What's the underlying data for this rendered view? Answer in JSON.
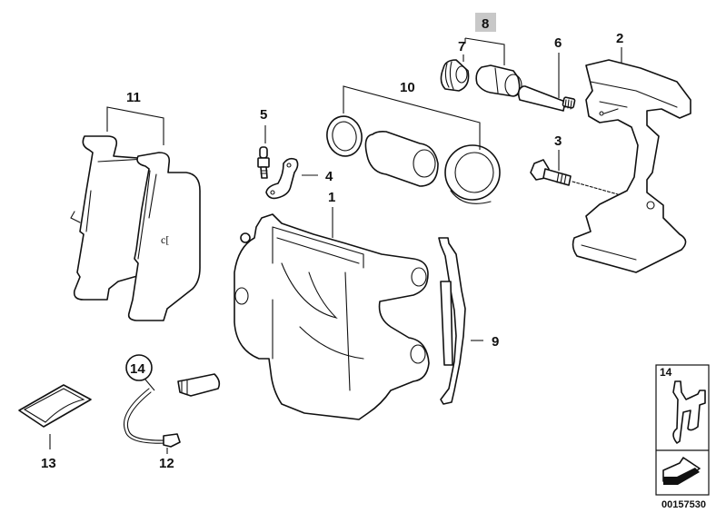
{
  "diagram": {
    "title": "Front brake caliper assembly",
    "drawing_number": "00157530",
    "highlight_color": "#c8c8c8",
    "line_color": "#111111",
    "callouts": [
      {
        "id": "1",
        "label": "1",
        "part": "brake-caliper-housing"
      },
      {
        "id": "2",
        "label": "2",
        "part": "caliper-carrier"
      },
      {
        "id": "3",
        "label": "3",
        "part": "hex-bolt"
      },
      {
        "id": "4",
        "label": "4",
        "part": "bracket-clip"
      },
      {
        "id": "5",
        "label": "5",
        "part": "bleeder-valve"
      },
      {
        "id": "6",
        "label": "6",
        "part": "guide-bolt"
      },
      {
        "id": "7",
        "label": "7",
        "part": "protective-cap"
      },
      {
        "id": "8",
        "label": "8",
        "part": "guide-sleeve-set",
        "highlighted": true
      },
      {
        "id": "9",
        "label": "9",
        "part": "anti-rattle-spring"
      },
      {
        "id": "10",
        "label": "10",
        "part": "piston-repair-kit"
      },
      {
        "id": "11",
        "label": "11",
        "part": "brake-pad-set"
      },
      {
        "id": "12",
        "label": "12",
        "part": "wear-sensor"
      },
      {
        "id": "13",
        "label": "13",
        "part": "grease-packet"
      },
      {
        "id": "14",
        "label": "14",
        "part": "wear-sensor-circled"
      }
    ],
    "inset": {
      "label": "14",
      "icon": "clip-with-arrow-icon"
    }
  }
}
